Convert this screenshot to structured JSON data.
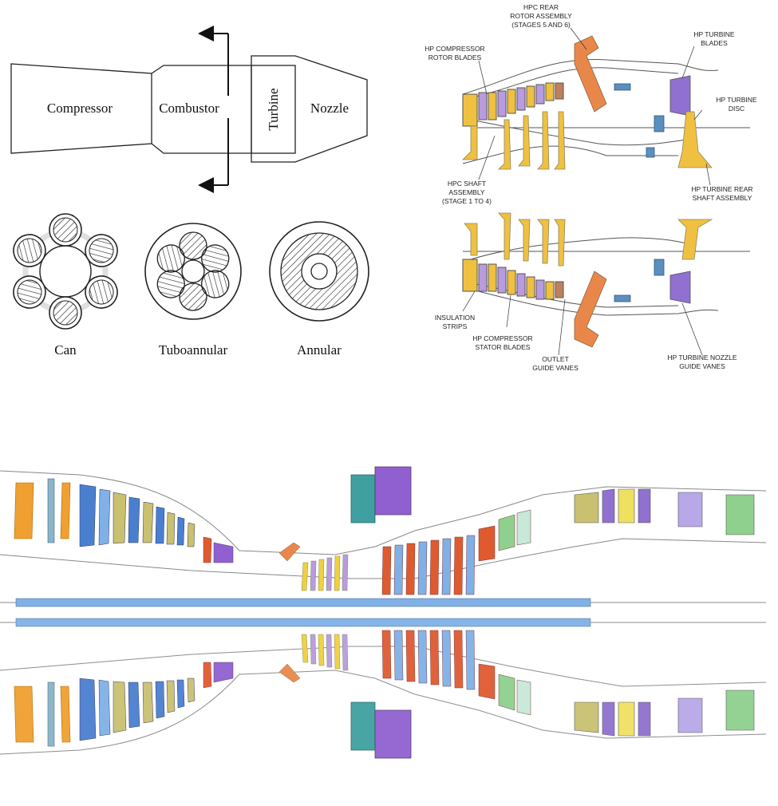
{
  "engine_schematic": {
    "sections": [
      "Compressor",
      "Combustor",
      "Turbine",
      "Nozzle"
    ]
  },
  "combustor_types": [
    "Can",
    "Tuboannular",
    "Annular"
  ],
  "hp_core_top": {
    "labels": {
      "hpc_rear_rotor": [
        "HPC REAR",
        "ROTOR ASSEMBLY",
        "(STAGES 5 AND 6)"
      ],
      "hpc_rotor_blades": [
        "HP COMPRESSOR",
        "ROTOR BLADES"
      ],
      "hp_turbine_blades": [
        "HP TURBINE",
        "BLADES"
      ],
      "hp_turbine_disc": [
        "HP TURBINE",
        "DISC"
      ],
      "hpc_shaft": [
        "HPC SHAFT",
        "ASSEMBLY",
        "(STAGE 1 TO 4)"
      ],
      "hp_turbine_rear_shaft": [
        "HP TURBINE REAR",
        "SHAFT ASSEMBLY"
      ]
    }
  },
  "hp_core_bottom": {
    "labels": {
      "insulation_strips": [
        "INSULATION",
        "STRIPS"
      ],
      "hpc_stator_blades": [
        "HP COMPRESSOR",
        "STATOR BLADES"
      ],
      "outlet_guide_vanes": [
        "OUTLET",
        "GUIDE VANES"
      ],
      "hp_turbine_nozzle": [
        "HP TURBINE NOZZLE",
        "GUIDE VANES"
      ]
    }
  },
  "colors": {
    "orange": "#f0a030",
    "blue": "#4a7fd0",
    "light_blue": "#7fb0e8",
    "olive": "#c9c070",
    "purple": "#9060d0",
    "red": "#e05a30",
    "yellow": "#f0d040",
    "green": "#8fd08f",
    "teal": "#40a0a0",
    "gold": "#f0c040",
    "violet_light": "#b8a8e8"
  }
}
